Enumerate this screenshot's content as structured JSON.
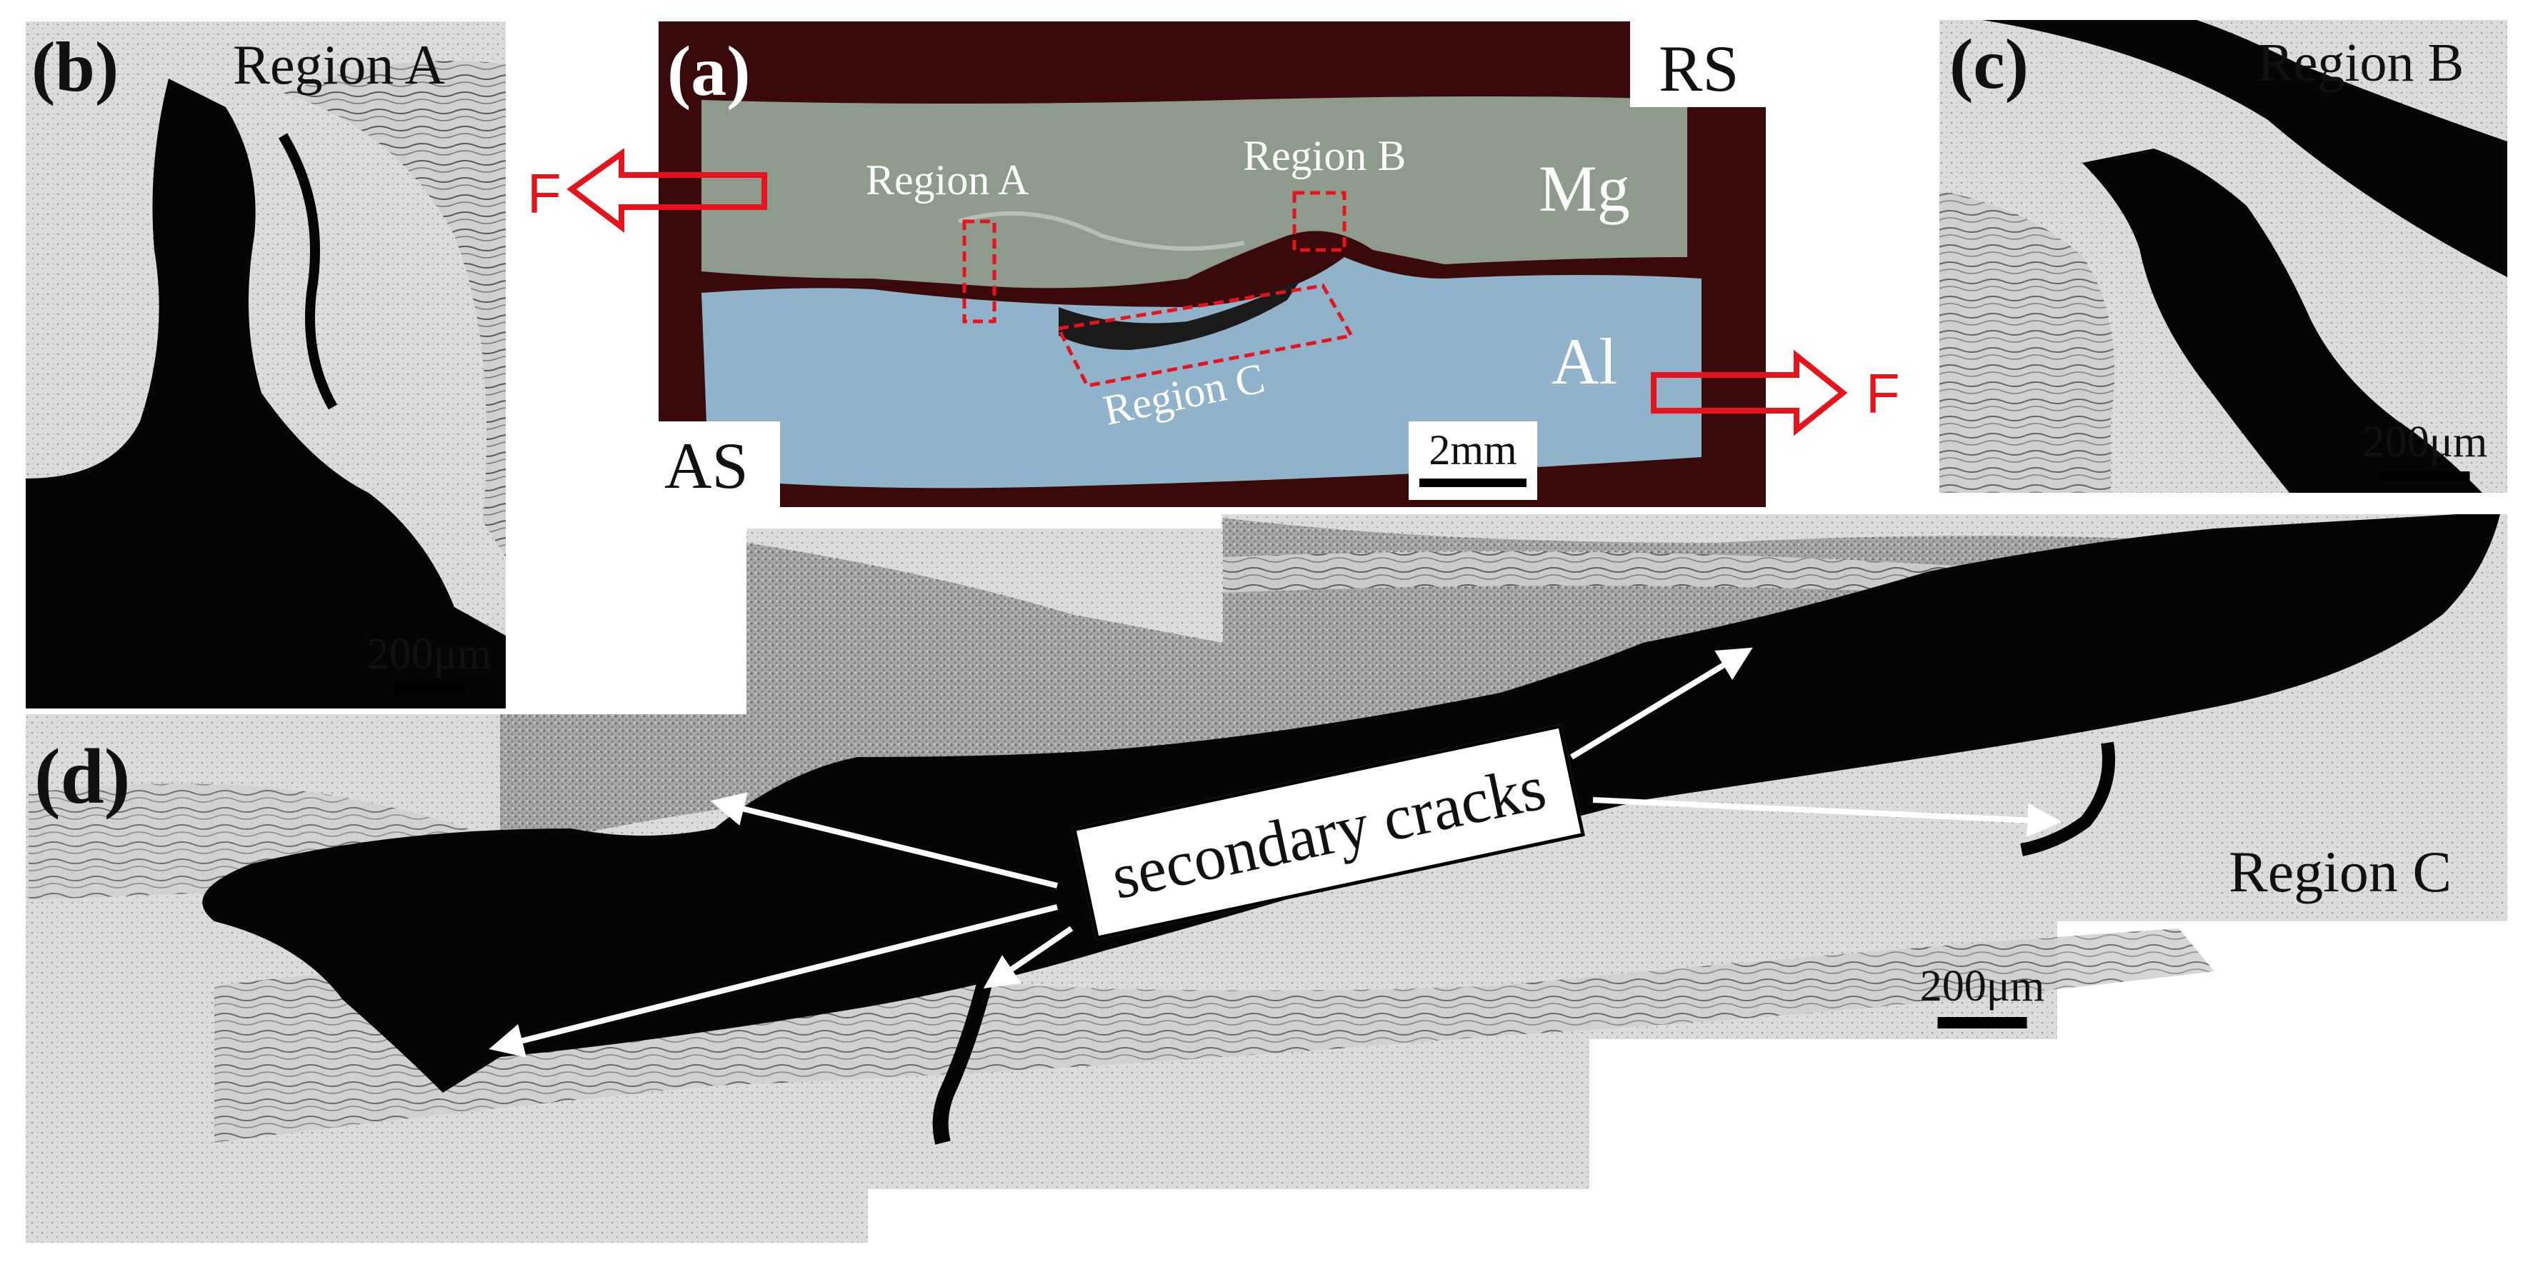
{
  "panel_a": {
    "label": "(a)",
    "rs": "RS",
    "as": "AS",
    "mg": "Mg",
    "al": "Al",
    "region_a": "Region A",
    "region_b": "Region B",
    "region_c": "Region C",
    "force_left": "F",
    "force_right": "F",
    "scale": "2mm"
  },
  "panel_b": {
    "label": "(b)",
    "region": "Region A",
    "scale": "200μm"
  },
  "panel_c": {
    "label": "(c)",
    "region": "Region B",
    "scale": "200μm"
  },
  "panel_d": {
    "label": "(d)",
    "region": "Region C",
    "callout": "secondary cracks",
    "scale": "200μm"
  },
  "colors": {
    "force_arrow": "#e8121b",
    "dashed_box": "#e8121b",
    "macro_bg": "#3a0a0a",
    "mg_plate": "#8e9a8c",
    "al_plate": "#8fb3cb",
    "crack": "#050505",
    "micro_bg": "#d8d8d8"
  }
}
